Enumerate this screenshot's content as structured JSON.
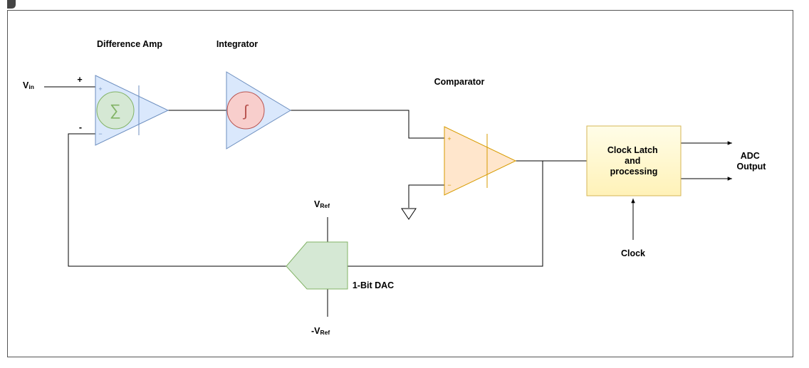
{
  "labels": {
    "difference_amp": "Difference Amp",
    "integrator": "Integrator",
    "comparator": "Comparator",
    "dac": "1-Bit DAC",
    "clock": "Clock",
    "plus": "+",
    "minus": "-",
    "vin_main": "V",
    "vin_sub": "in",
    "vref_main": "V",
    "vref_sub": "Ref",
    "nvref_main": "-V",
    "nvref_sub": "Ref",
    "sum_symbol": "∑",
    "integral_symbol": "∫",
    "opamp_plus": "+",
    "opamp_minus": "−"
  },
  "latch_lines": [
    "Clock Latch",
    "and",
    "processing"
  ],
  "output_lines": [
    "ADC",
    "Output"
  ],
  "colors": {
    "border": "#555555",
    "diff_amp_fill": "#dae8fc",
    "diff_amp_stroke": "#6c8ebf",
    "sum_fill": "#d5e8d4",
    "sum_stroke": "#82b366",
    "integrator_fill": "#dae8fc",
    "integrator_stroke": "#6c8ebf",
    "integral_fill": "#f8cecc",
    "integral_stroke": "#b85450",
    "comparator_fill": "#ffe6cc",
    "comparator_stroke": "#d79b00",
    "dac_fill": "#d5e8d4",
    "dac_stroke": "#82b366",
    "latch_fill_top": "#fffde8",
    "latch_fill_bottom": "#fff2b8",
    "latch_stroke": "#d6b656"
  }
}
